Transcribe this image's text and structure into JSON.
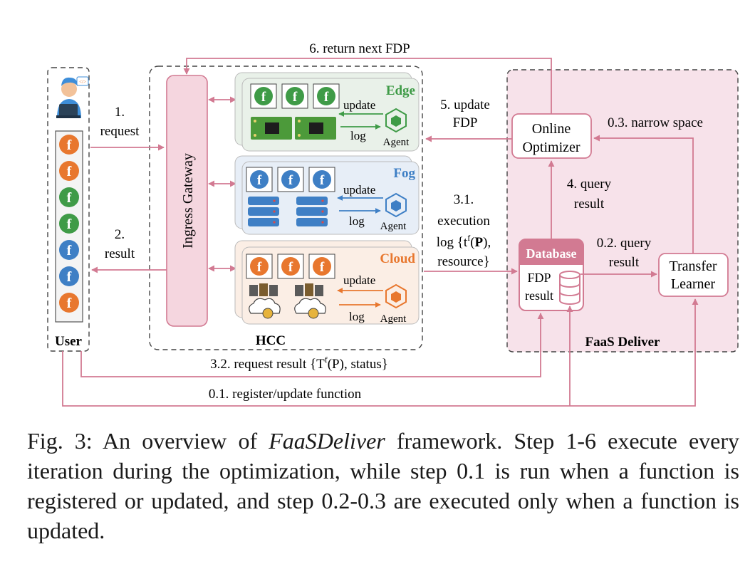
{
  "labels": {
    "return_next": "6. return next FDP",
    "request": [
      "1.",
      "request"
    ],
    "result": [
      "2.",
      "result"
    ],
    "update_fdp": [
      "5. update",
      "FDP"
    ],
    "narrow_space": "0.3. narrow space",
    "query_result_4": [
      "4. query",
      "result"
    ],
    "execution_log": [
      "3.1.",
      "execution",
      "log {t",
      "f",
      "(",
      "P",
      "),",
      "resource}"
    ],
    "query_result_02": [
      "0.2. query",
      "result"
    ],
    "request_result": [
      "3.2. request result {T",
      "f",
      "(P), status}"
    ],
    "register": "0.1. register/update function",
    "ingress_gateway": "Ingress Gateway",
    "hcc": "HCC",
    "user": "User",
    "faas_deliver": "FaaS Deliver",
    "online_optimizer": [
      "Online",
      "Optimizer"
    ],
    "transfer_learner": [
      "Transfer",
      "Learner"
    ],
    "database_header": "Database",
    "database_body": [
      "FDP",
      "result"
    ]
  },
  "tiers": [
    {
      "name": "Edge",
      "update": "update",
      "log": "log",
      "agent": "Agent"
    },
    {
      "name": "Fog",
      "update": "update",
      "log": "log",
      "agent": "Agent"
    },
    {
      "name": "Cloud",
      "update": "update",
      "log": "log",
      "agent": "Agent"
    }
  ],
  "function_icon_glyph": "f",
  "user_functions": [
    "f",
    "f",
    "f",
    "f",
    "f",
    "f",
    "f"
  ],
  "colors": {
    "arrow": "#d27a92",
    "edge": "#3f9b47",
    "fog": "#3e7fc5",
    "cloud": "#e8772e",
    "faas_bg": "#f7e2ea",
    "gateway_fill": "#f5d6df"
  },
  "caption": {
    "lead": "Fig. 3: An overview of ",
    "italic": "FaaSDeliver",
    "rest": " framework. Step 1-6 execute every iteration during the optimization, while step 0.1 is run when a function is registered or updated, and step 0.2-0.3 are executed only when a function is updated."
  }
}
